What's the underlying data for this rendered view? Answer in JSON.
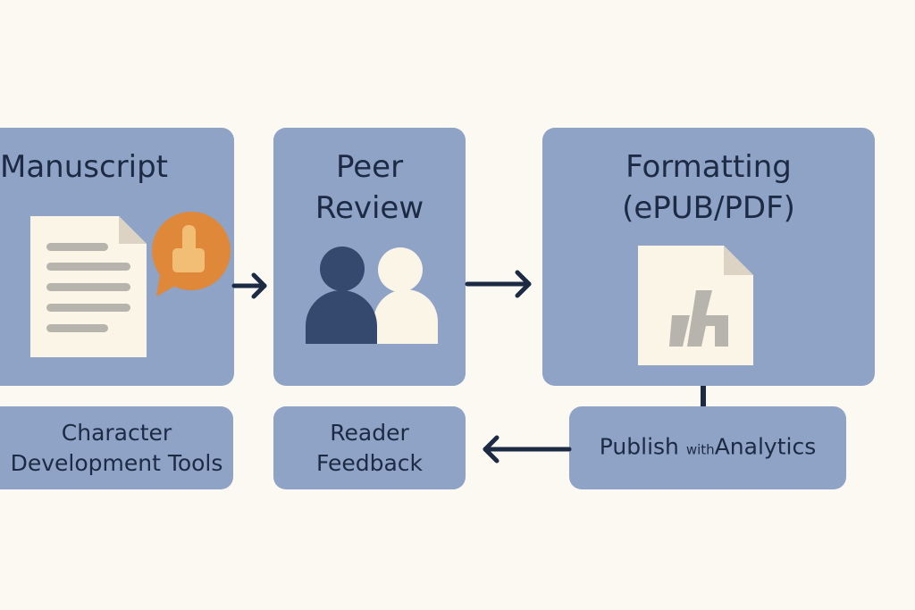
{
  "nodes": {
    "manuscript": {
      "title": "Manuscript"
    },
    "peer_review": {
      "title_line1": "Peer",
      "title_line2": "Review"
    },
    "formatting": {
      "title_line1": "Formatting",
      "title_line2": "(ePUB/PDF)"
    },
    "character_tools": {
      "line1": "Character",
      "line2": "Development Tools"
    },
    "reader_feedback": {
      "line1": "Reader",
      "line2": "Feedback"
    },
    "publish": {
      "part1": "Publish",
      "part2": "with",
      "part3": "Analytics"
    }
  },
  "colors": {
    "background": "#fcf9f3",
    "box": "#8ea3c5",
    "text": "#1c2a44",
    "paper": "#fbf5e8",
    "accent_orange": "#e0883a",
    "person_dark": "#35496e"
  }
}
